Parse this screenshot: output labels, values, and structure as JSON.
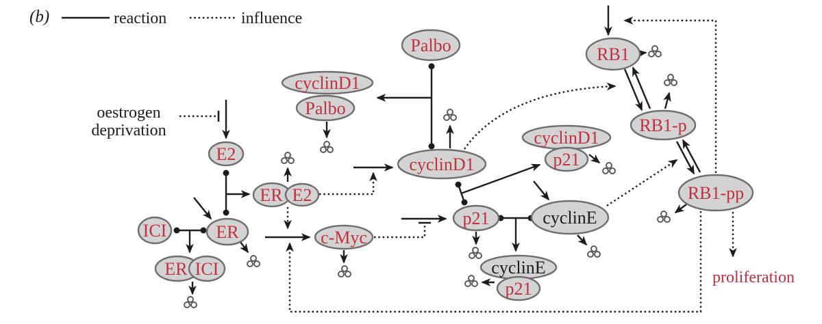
{
  "figure": {
    "panel_label": "(b)",
    "legend": {
      "reaction": "reaction",
      "influence": "influence"
    },
    "annotations": {
      "oestrogen_line1": "oestrogen",
      "oestrogen_line2": "deprivation",
      "proliferation": "proliferation"
    }
  },
  "colors": {
    "background": "#ffffff",
    "node_fill": "#d3d3d3",
    "node_stroke": "#6e6e6e",
    "red_label": "#c0313f",
    "black_label": "#1c1c1c",
    "line": "#1c1c1c"
  },
  "nodes": {
    "palbo": {
      "label": "Palbo"
    },
    "e2": {
      "label": "E2"
    },
    "er": {
      "label": "ER"
    },
    "ici": {
      "label": "ICI"
    },
    "cmyc": {
      "label": "c-Myc"
    },
    "cyclind1": {
      "label": "cyclinD1"
    },
    "p21": {
      "label": "p21"
    },
    "cycline": {
      "label": "cyclinE"
    },
    "rb1": {
      "label": "RB1"
    },
    "rb1p": {
      "label": "RB1-p"
    },
    "rb1pp": {
      "label": "RB1-pp"
    },
    "complex_cyclind1_palbo": {
      "top": "cyclinD1",
      "bottom": "Palbo"
    },
    "complex_er_e2": {
      "left": "ER",
      "right": "E2"
    },
    "complex_er_ici": {
      "left": "ER",
      "right": "ICI"
    },
    "complex_cyclind1_p21": {
      "top": "cyclinD1",
      "bottom": "p21"
    },
    "complex_cycline_p21": {
      "top": "cyclinE",
      "bottom": "p21"
    }
  }
}
